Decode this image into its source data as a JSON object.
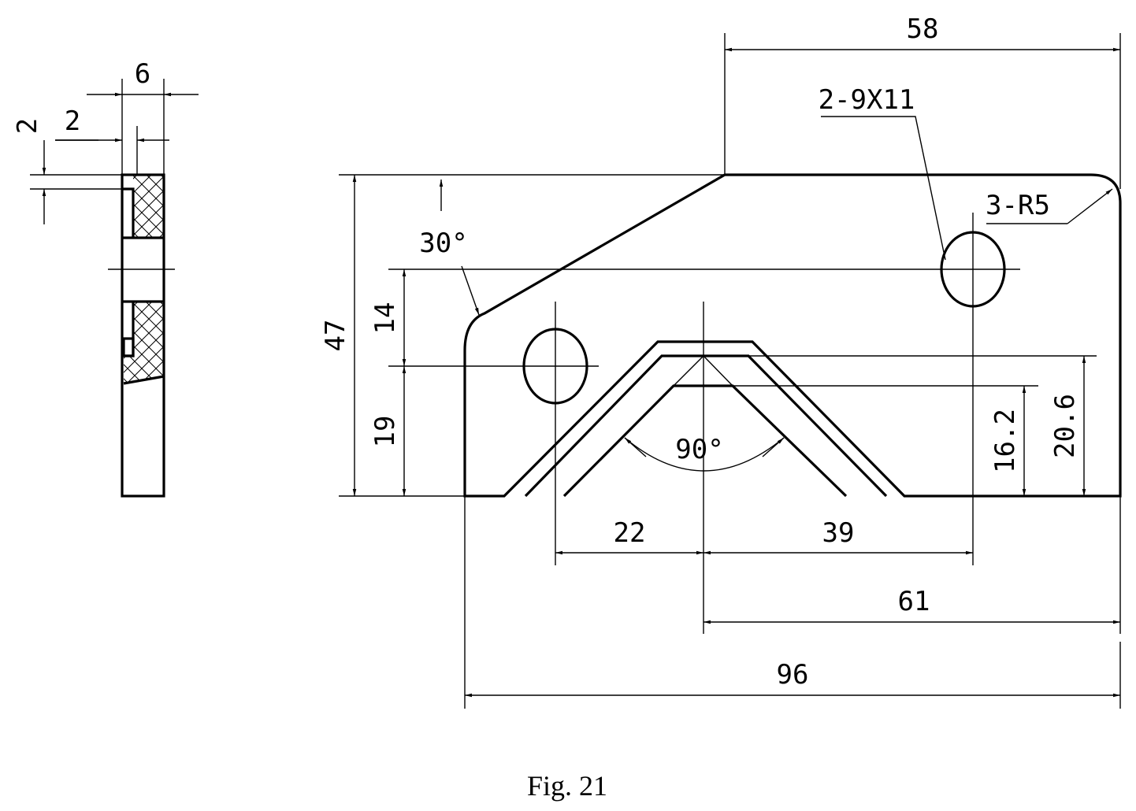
{
  "figure": {
    "caption": "Fig. 21"
  },
  "side_view": {
    "dim_thickness": "6",
    "dim_step_width": "2",
    "dim_step_depth": "2"
  },
  "front_view": {
    "dim_top_flat": "58",
    "dim_slots": "2-9X11",
    "dim_radii": "3-R5",
    "dim_angle_chamfer": "30°",
    "dim_height_total": "47",
    "dim_hole_spacing": "14",
    "dim_hole_height": "19",
    "dim_groove_angle": "90°",
    "dim_groove_depth_inner": "16.2",
    "dim_groove_depth_outer": "20.6",
    "dim_left_to_center": "22",
    "dim_center_to_right_hole": "39",
    "dim_center_to_edge": "61",
    "dim_total_width": "96"
  },
  "colors": {
    "line": "#000000",
    "background": "#ffffff"
  }
}
